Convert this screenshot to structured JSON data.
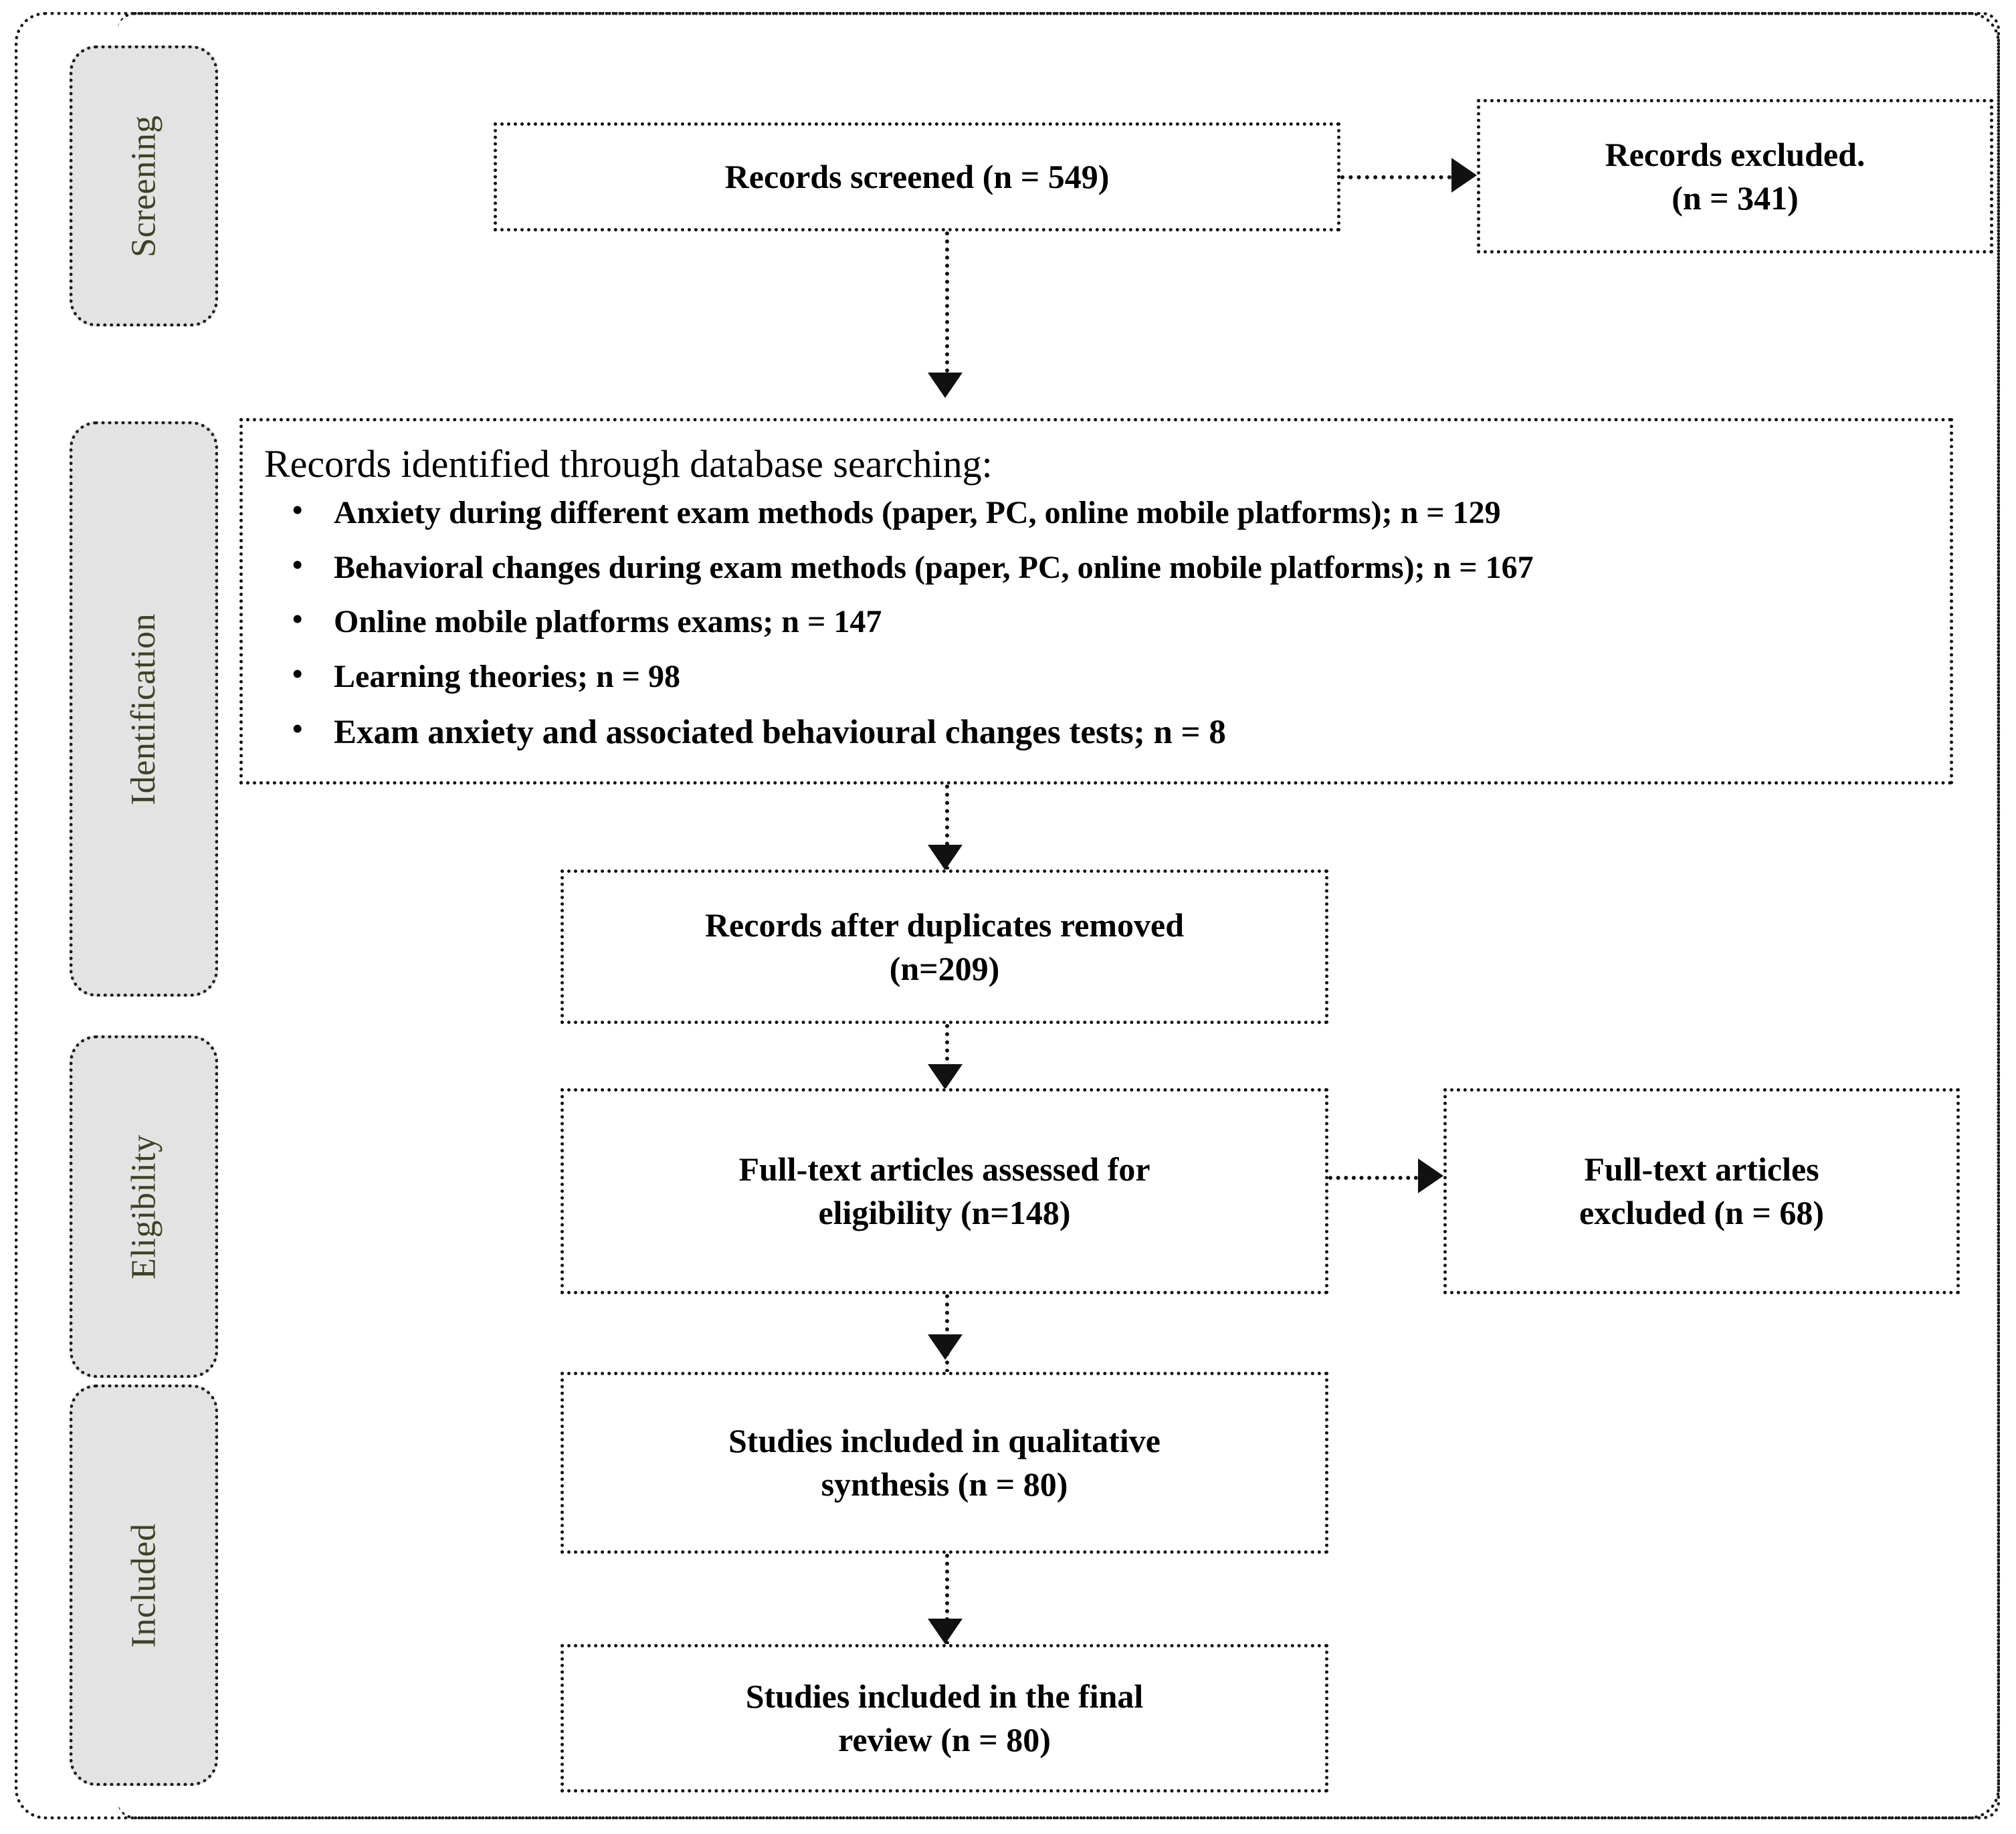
{
  "diagram": {
    "title": "PRISMA flow diagram",
    "colors": {
      "stage_label_fill": "#e3e3e3",
      "stage_label_text": "#3f4024",
      "box_border": "#111111",
      "box_fill": "#ffffff",
      "connector": "#111111"
    }
  },
  "stages": [
    {
      "id": "screening",
      "label": "Screening"
    },
    {
      "id": "identification",
      "label": "Identification"
    },
    {
      "id": "eligibility",
      "label": "Eligibility"
    },
    {
      "id": "included",
      "label": "Included"
    }
  ],
  "boxes": {
    "records_screened": {
      "lines": [
        "Records screened (n = 549)"
      ]
    },
    "records_excluded": {
      "lines": [
        "Records excluded.",
        "(n = 341)"
      ]
    },
    "records_identified": {
      "heading": "Records identified through database searching:",
      "items": [
        "Anxiety during different exam methods (paper, PC, online mobile platforms); n = 129",
        "Behavioral changes during exam methods (paper, PC, online mobile platforms); n = 167",
        "Online mobile platforms exams; n = 147",
        "Learning theories; n = 98",
        "Exam anxiety and associated behavioural changes tests; n = 8"
      ]
    },
    "duplicates_removed": {
      "lines": [
        "Records after duplicates removed",
        "(n=209)"
      ]
    },
    "fulltext_assessed": {
      "lines": [
        "Full-text articles assessed for",
        "eligibility (n=148)"
      ]
    },
    "fulltext_excluded": {
      "lines": [
        "Full-text articles",
        "excluded (n = 68)"
      ]
    },
    "qualitative_synthesis": {
      "lines": [
        "Studies included in qualitative",
        "synthesis (n = 80)"
      ]
    },
    "final_review": {
      "lines": [
        "Studies included in the final",
        "review (n = 80)"
      ]
    }
  },
  "connectors": [
    {
      "id": "screened-to-excluded",
      "from": "records_screened",
      "to": "records_excluded",
      "direction": "right"
    },
    {
      "id": "screened-to-identified",
      "from": "records_screened",
      "to": "records_identified",
      "direction": "down"
    },
    {
      "id": "identified-to-duplicates",
      "from": "records_identified",
      "to": "duplicates_removed",
      "direction": "down"
    },
    {
      "id": "duplicates-to-fulltext",
      "from": "duplicates_removed",
      "to": "fulltext_assessed",
      "direction": "down"
    },
    {
      "id": "fulltext-to-excluded",
      "from": "fulltext_assessed",
      "to": "fulltext_excluded",
      "direction": "right"
    },
    {
      "id": "fulltext-to-qualitative",
      "from": "fulltext_assessed",
      "to": "qualitative_synthesis",
      "direction": "down"
    },
    {
      "id": "qualitative-to-final",
      "from": "qualitative_synthesis",
      "to": "final_review",
      "direction": "down"
    }
  ]
}
